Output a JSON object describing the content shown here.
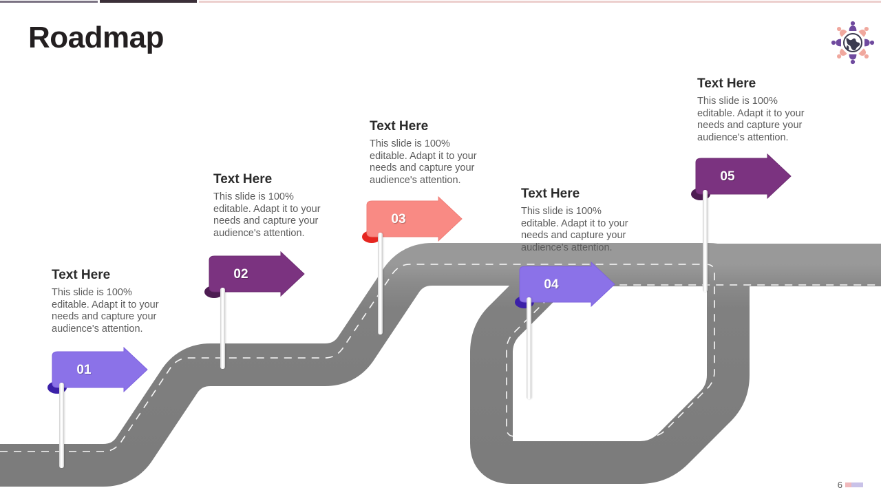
{
  "slide": {
    "title": "Roadmap",
    "page_number": "6"
  },
  "topbar": {
    "segment_1_color": "#7a7282",
    "segment_2_color": "#3b2f38",
    "segment_3_color": "#eccfcd"
  },
  "decor": {
    "globe_icon": "globe-people-icon",
    "globe_color": "#3b3b4f",
    "person_purple": "#6f4a9e",
    "person_salmon": "#f0a89e"
  },
  "road": {
    "color": "#808080",
    "edge_highlight": "#9a9a9a",
    "center_line_color": "#ffffff",
    "center_line_style": "dashed"
  },
  "milestones": [
    {
      "number": "01",
      "heading": "Text Here",
      "body": "This slide is 100% editable. Adapt it to your needs and capture your audience's attention.",
      "flag_color": "#8b72e8",
      "flag_shade": "#7d62de",
      "fold_color": "#3b20a8"
    },
    {
      "number": "02",
      "heading": "Text Here",
      "body": "This slide is 100% editable. Adapt it to your needs and capture your audience's attention.",
      "flag_color": "#7b3380",
      "flag_shade": "#6d2c72",
      "fold_color": "#4d1c52"
    },
    {
      "number": "03",
      "heading": "Text Here",
      "body": "This slide is 100% editable. Adapt it to your needs and capture your audience's attention.",
      "flag_color": "#f98a84",
      "flag_shade": "#ef7d77",
      "fold_color": "#e52620"
    },
    {
      "number": "04",
      "heading": "Text Here",
      "body": "This slide is 100% editable. Adapt it to your needs and capture your audience's attention.",
      "flag_color": "#8b72e8",
      "flag_shade": "#7d62de",
      "fold_color": "#3b20a8"
    },
    {
      "number": "05",
      "heading": "Text Here",
      "body": "This slide is 100% editable. Adapt it to your needs and capture your audience's attention.",
      "flag_color": "#7b3380",
      "flag_shade": "#6d2c72",
      "fold_color": "#4d1c52"
    }
  ]
}
